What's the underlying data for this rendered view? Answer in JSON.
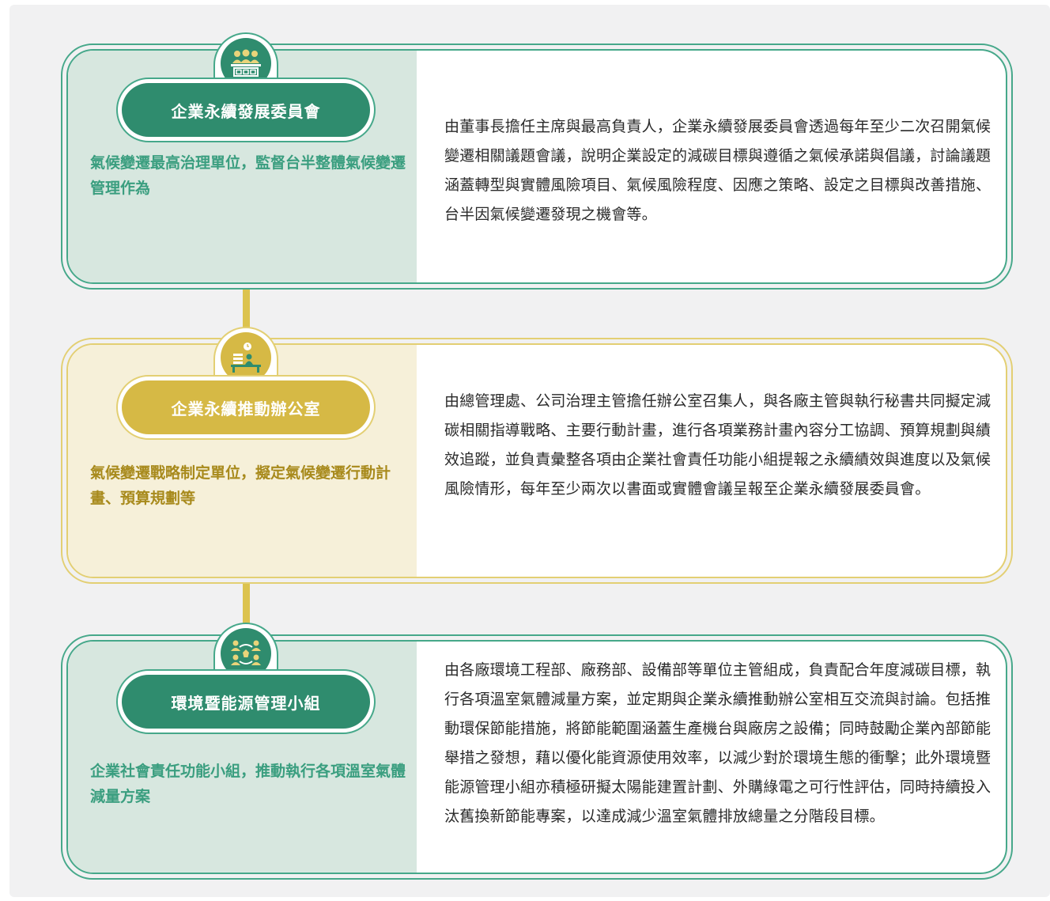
{
  "colors": {
    "green_dark": "#2f8c6e",
    "green_border": "#46a88a",
    "green_panel": "#d7e7df",
    "yellow_dark": "#d6b945",
    "yellow_border": "#e3cf73",
    "yellow_panel": "#f6f0d9",
    "connector": "#dcc34e"
  },
  "tiers": [
    {
      "icon": "committee-meeting-icon",
      "title": "企業永續發展委員會",
      "tagline": "氣候變遷最高治理單位，監督台半整體氣候變遷管理作為",
      "description": "由董事長擔任主席與最高負責人，企業永續發展委員會透過每年至少二次召開氣候變遷相關議題會議，說明企業設定的減碳目標與遵循之氣候承諾與倡議，討論議題涵蓋轉型與實體風險項目、氣候風險程度、因應之策略、設定之目標與改善措施、台半因氣候變遷發現之機會等。"
    },
    {
      "icon": "office-desk-icon",
      "title": "企業永續推動辦公室",
      "tagline": "氣候變遷戰略制定單位，擬定氣候變遷行動計畫、預算規劃等",
      "description": "由總管理處、公司治理主管擔任辦公室召集人，與各廠主管與執行秘書共同擬定減碳相關指導戰略、主要行動計畫，進行各項業務計畫內容分工協調、預算規劃與績效追蹤，並負責彙整各項由企業社會責任功能小組提報之永續績效與進度以及氣候風險情形，每年至少兩次以書面或實體會議呈報至企業永續發展委員會。"
    },
    {
      "icon": "team-network-icon",
      "title": "環境暨能源管理小組",
      "tagline": "企業社會責任功能小組，推動執行各項溫室氣體減量方案",
      "description": "由各廠環境工程部、廠務部、設備部等單位主管組成，負責配合年度減碳目標，執行各項溫室氣體減量方案，並定期與企業永續推動辦公室相互交流與討論。包括推動環保節能措施，將節能範圍涵蓋生產機台與廠房之設備；同時鼓勵企業內部節能舉措之發想，藉以優化能資源使用效率，以減少對於環境生態的衝擊；此外環境暨能源管理小組亦積極研擬太陽能建置計劃、外購綠電之可行性評估，同時持續投入汰舊換新節能專案，以達成減少溫室氣體排放總量之分階段目標。"
    }
  ]
}
